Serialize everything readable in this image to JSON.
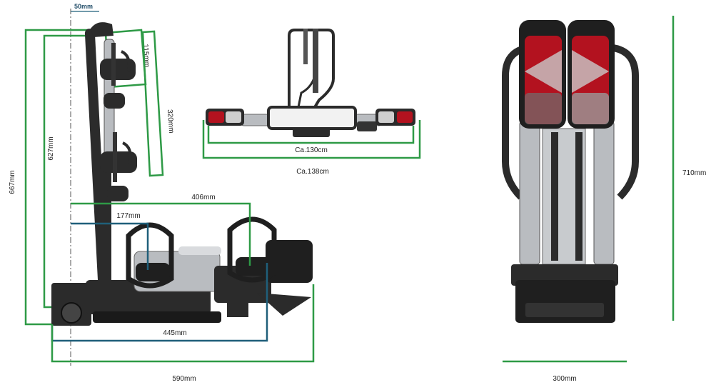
{
  "colors": {
    "green": "#2e9a46",
    "teal": "#1f5f7a",
    "metal_dark": "#2b2b2b",
    "metal_light": "#b9bcc0",
    "lamp_red": "#b3121f"
  },
  "side_view": {
    "offset_label": "50mm",
    "height_outer": "667mm",
    "height_inner": "627mm",
    "clamp_gap": "115mm",
    "arm_spacing": "320mm",
    "wheel_spacing": "406mm",
    "first_wheel": "177mm",
    "depth_inner": "445mm",
    "depth_outer": "590mm"
  },
  "top_view": {
    "width_inner": "Ca.130cm",
    "width_outer": "Ca.138cm"
  },
  "folded_view": {
    "height": "710mm",
    "width": "300mm"
  }
}
